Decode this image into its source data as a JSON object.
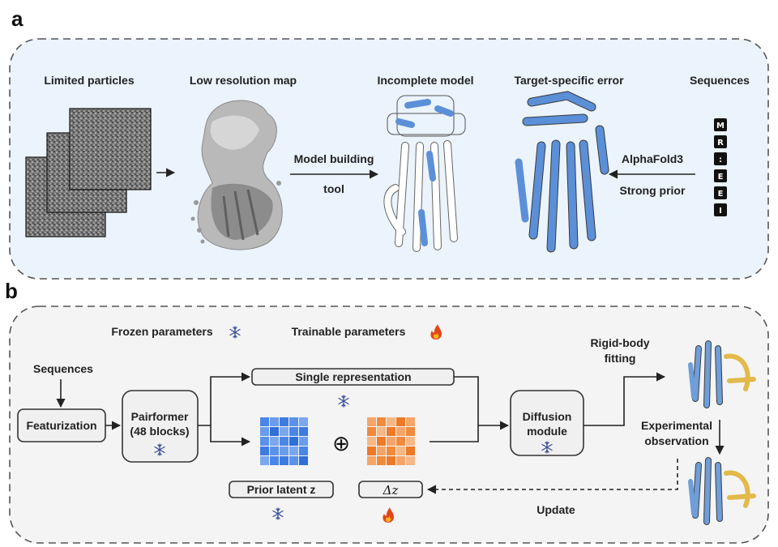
{
  "panel_a": {
    "label": "a",
    "headers": {
      "particles": "Limited particles",
      "lowres": "Low resolution map",
      "incomplete": "Incomplete model",
      "error": "Target-specific error",
      "sequences": "Sequences"
    },
    "model_building_line1": "Model building",
    "model_building_line2": "tool",
    "alphafold": "AlphaFold3",
    "strong_prior": "Strong prior",
    "sequence_letters": [
      "M",
      "R",
      ":",
      "E",
      "E",
      "I"
    ]
  },
  "panel_b": {
    "label": "b",
    "frozen_label": "Frozen parameters",
    "trainable_label": "Trainable parameters",
    "sequences": "Sequences",
    "featurization": "Featurization",
    "pairformer_line1": "Pairformer",
    "pairformer_line2": "(48 blocks)",
    "single_representation": "Single representation",
    "prior_latent": "Prior latent z",
    "delta_z": "Δz",
    "diffusion_line1": "Diffusion",
    "diffusion_line2": "module",
    "rigid_line1": "Rigid-body",
    "rigid_line2": "fitting",
    "exp_line1": "Experimental",
    "exp_line2": "observation",
    "update": "Update",
    "oplus": "⊕"
  },
  "colors": {
    "panel_a_bg": "#ebf3fc",
    "panel_b_bg": "#f4f4f4",
    "blue_grid": "#4a86e8",
    "orange_grid": "#f08a3c",
    "snowflake": "#3a4d9c",
    "flame": "#e2461a"
  },
  "icons": [
    "snowflake-icon",
    "flame-icon"
  ]
}
